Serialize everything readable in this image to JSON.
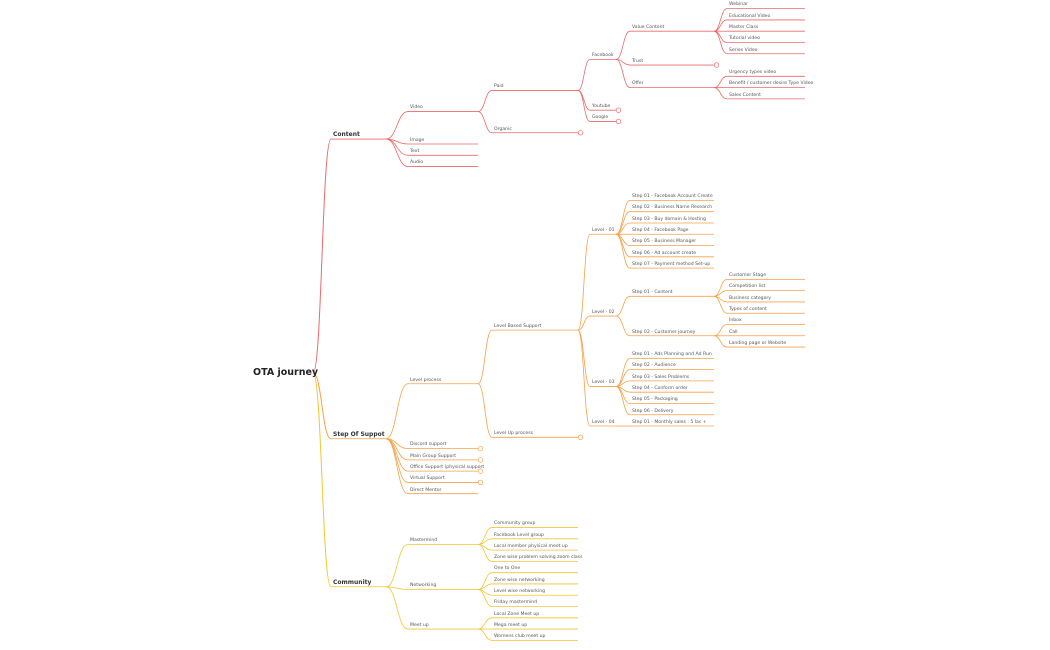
{
  "root": {
    "label": "OTA  journey",
    "color": "#e35d5d"
  },
  "colors": {
    "content": "#ea6a6a",
    "support": "#f7a046",
    "community": "#f2c631"
  },
  "icons": {
    "collapse": "collapse-circle-icon"
  },
  "tree": [
    {
      "label": "Content",
      "branch": "content",
      "children": [
        {
          "label": "Video",
          "children": [
            {
              "label": "Paid",
              "children": [
                {
                  "label": "Facebook",
                  "children": [
                    {
                      "label": "Value Content",
                      "children": [
                        {
                          "label": "Webinar"
                        },
                        {
                          "label": "Educational Video"
                        },
                        {
                          "label": "Master Class"
                        },
                        {
                          "label": "Tutorial video"
                        },
                        {
                          "label": "Series Video"
                        }
                      ]
                    },
                    {
                      "label": "Trust",
                      "collapsed": true
                    },
                    {
                      "label": "Offer",
                      "children": [
                        {
                          "label": "Urgency types video"
                        },
                        {
                          "label": "Benefit / customer desire Type Video"
                        },
                        {
                          "label": "Sales Content"
                        }
                      ]
                    }
                  ]
                },
                {
                  "label": "Youtube",
                  "collapsed": true
                },
                {
                  "label": "Google",
                  "collapsed": true
                }
              ]
            },
            {
              "label": "Organic",
              "collapsed": true
            }
          ]
        },
        {
          "label": "Image"
        },
        {
          "label": "Text"
        },
        {
          "label": "Audio"
        }
      ]
    },
    {
      "label": "Step Of Suppot",
      "branch": "support",
      "children": [
        {
          "label": "Level process",
          "children": [
            {
              "label": "Level Based Support",
              "children": [
                {
                  "label": "Level - 01",
                  "children": [
                    {
                      "label": "Step 01 - Facebook Account Create"
                    },
                    {
                      "label": "Step 02 - Business Name Research"
                    },
                    {
                      "label": "Step 03 - Buy domain & Hosting"
                    },
                    {
                      "label": "Step 04 - Facebook Page"
                    },
                    {
                      "label": "Step 05 - Business Manager"
                    },
                    {
                      "label": "Step 06 - Ad account create"
                    },
                    {
                      "label": "Step 07 - Payment method Set-up"
                    }
                  ]
                },
                {
                  "label": "Level - 02",
                  "children": [
                    {
                      "label": "Step 01 - Content",
                      "children": [
                        {
                          "label": "Customer Stage"
                        },
                        {
                          "label": "Competition list"
                        },
                        {
                          "label": "Business category"
                        },
                        {
                          "label": "Types of content"
                        }
                      ]
                    },
                    {
                      "label": "Step 02 - Customer journey",
                      "children": [
                        {
                          "label": "Inbox"
                        },
                        {
                          "label": "Call"
                        },
                        {
                          "label": "Landing page or Website"
                        }
                      ]
                    }
                  ]
                },
                {
                  "label": "Level - 03",
                  "children": [
                    {
                      "label": "Step 01 - Ads Planning and Ad Run"
                    },
                    {
                      "label": "Step 02 - Audience"
                    },
                    {
                      "label": "Step 03 - Sales Problems"
                    },
                    {
                      "label": "Step 04 - Conform order"
                    },
                    {
                      "label": "Step 05 - Packaging"
                    },
                    {
                      "label": "Step 06 - Delivery"
                    }
                  ]
                },
                {
                  "label": "Level - 04",
                  "children": [
                    {
                      "label": "Step 01 - Monthly sales : 5 lac +"
                    }
                  ]
                }
              ]
            },
            {
              "label": "Level Up process",
              "collapsed": true
            }
          ]
        },
        {
          "label": "Discord support",
          "collapsed": true
        },
        {
          "label": "Main Group Support",
          "collapsed": true
        },
        {
          "label": "Office Support (physical support",
          "collapsed": true
        },
        {
          "label": "Virtual Support",
          "collapsed": true
        },
        {
          "label": "Direct Mentor"
        }
      ]
    },
    {
      "label": "Community",
      "branch": "community",
      "children": [
        {
          "label": "Mastermind",
          "children": [
            {
              "label": "Community group"
            },
            {
              "label": "Facebook Level group"
            },
            {
              "label": "Local member physical meet up"
            },
            {
              "label": "Zone wise problem solving zoom class"
            }
          ]
        },
        {
          "label": "Networking",
          "children": [
            {
              "label": "One to One"
            },
            {
              "label": "Zone wise networking"
            },
            {
              "label": "Level wise networking"
            },
            {
              "label": "Friday mastermind"
            }
          ]
        },
        {
          "label": "Meet up",
          "children": [
            {
              "label": "Local Zone Meet up"
            },
            {
              "label": "Mega meet up"
            },
            {
              "label": "Womens club meet up"
            }
          ]
        }
      ]
    }
  ]
}
